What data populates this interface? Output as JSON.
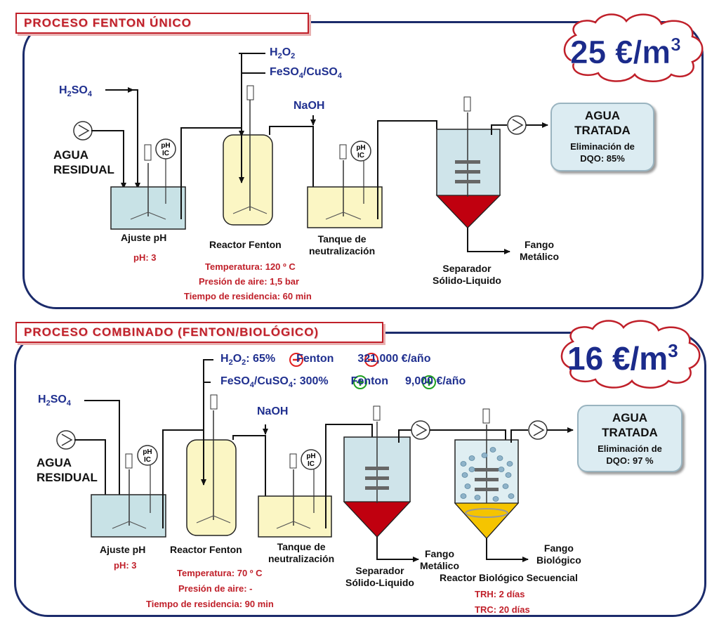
{
  "top": {
    "title": "PROCESO FENTON ÚNICO",
    "cost": "25 €/m",
    "cost_sup": "3",
    "h2so4": [
      "H",
      "2",
      "SO",
      "4"
    ],
    "h2o2": [
      "H",
      "2",
      "O",
      "2"
    ],
    "feso4": [
      "FeSO",
      "4",
      "/CuSO",
      "4"
    ],
    "naoh": "NaOH",
    "agua_residual": [
      "AGUA",
      "RESIDUAL"
    ],
    "ajuste_ph": "Ajuste pH",
    "ph_value": "pH: 3",
    "reactor": "Reactor  Fenton",
    "reactor_params": [
      "Temperatura: 120 º C",
      "Presión de aire: 1,5 bar",
      "Tiempo de residencia: 60 min"
    ],
    "tanque": [
      "Tanque de",
      "neutralización"
    ],
    "separador": [
      "Separador",
      "Sólido-Liquido"
    ],
    "fango": [
      "Fango",
      "Metálico"
    ],
    "agua_tratada": [
      "AGUA",
      "TRATADA"
    ],
    "eliminacion": [
      "Eliminación de",
      "DQO: 85%"
    ]
  },
  "bottom": {
    "title": "PROCESO COMBINADO (FENTON/BIOLÓGICO)",
    "cost": "16 €/m",
    "cost_sup": "3",
    "h2so4": [
      "H",
      "2",
      "SO",
      "4"
    ],
    "h2o2_line": [
      "H",
      "2",
      "O",
      "2",
      ": 65%",
      "Fenton",
      "321,000 €/año"
    ],
    "feso4_line": [
      "FeSO",
      "4",
      "/CuSO",
      "4",
      ": 300%",
      "Fenton",
      "9,000 €/año"
    ],
    "naoh": "NaOH",
    "agua_residual": [
      "AGUA",
      "RESIDUAL"
    ],
    "ajuste_ph": "Ajuste pH",
    "ph_value": "pH: 3",
    "reactor": "Reactor Fenton",
    "reactor_params": [
      "Temperatura: 70 º C",
      "Presión de aire: -",
      "Tiempo de residencia: 90 min"
    ],
    "tanque": [
      "Tanque de",
      "neutralización"
    ],
    "separador": [
      "Separador",
      "Sólido-Liquido"
    ],
    "fango_metalico": [
      "Fango",
      "Metálico"
    ],
    "fango_biologico": [
      "Fango",
      "Biológico"
    ],
    "reactor_bio": "Reactor Biológico Secuencial",
    "bio_params": [
      "TRH: 2 días",
      "TRC: 20 días"
    ],
    "agua_tratada": [
      "AGUA",
      "TRATADA"
    ],
    "eliminacion": [
      "Eliminación de",
      "DQO: 97 %"
    ]
  },
  "colors": {
    "title_red": "#c0202a",
    "chem_blue": "#1f2f8f",
    "border_navy": "#1b2b6b",
    "tank_blue": "#c8e2e6",
    "tank_yellow": "#fbf6c4",
    "sludge_red": "#c0000f",
    "bio_yellow": "#f5c400",
    "minus_red": "#e02020",
    "plus_green": "#20a020"
  }
}
